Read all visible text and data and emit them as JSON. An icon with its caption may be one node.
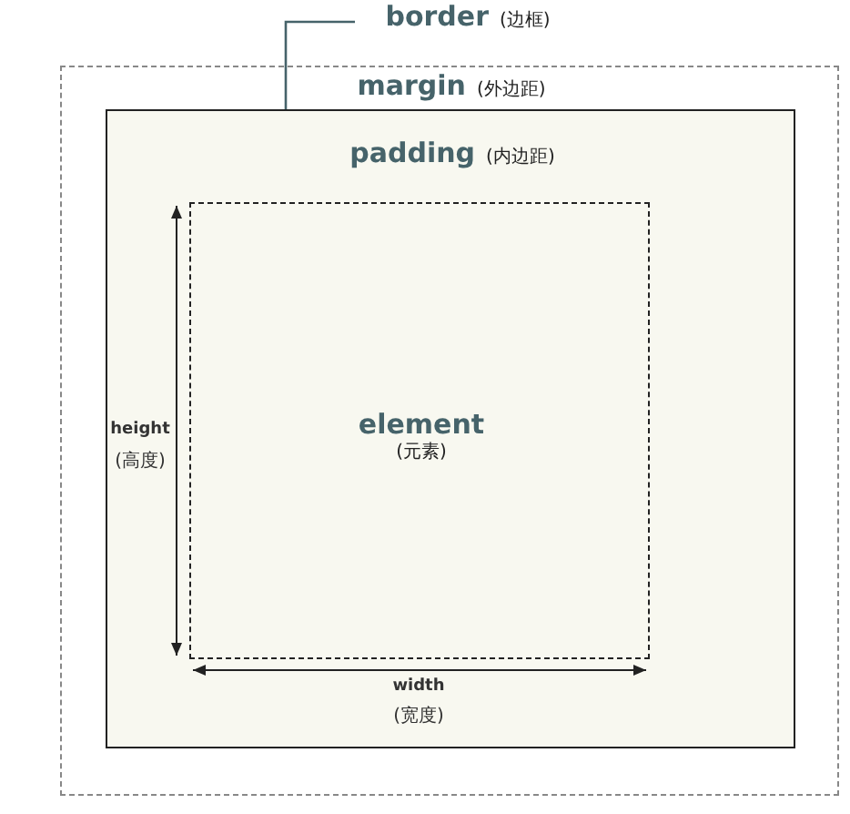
{
  "diagram": {
    "nodes": [
      {
        "text": [
          "margin",
          "(外边距)"
        ]
      },
      {
        "text": [
          "padding",
          "(内边距)"
        ],
        "in": 0
      },
      {
        "text": [
          "element",
          "(元素)"
        ],
        "in": 1
      },
      {
        "text": [
          "border",
          "(边框)"
        ]
      }
    ],
    "edges": [
      {
        "from": 3,
        "to": 1,
        "arrow": "none"
      }
    ],
    "labels": [
      "height",
      "(高度)",
      "width",
      "(宽度)"
    ]
  }
}
